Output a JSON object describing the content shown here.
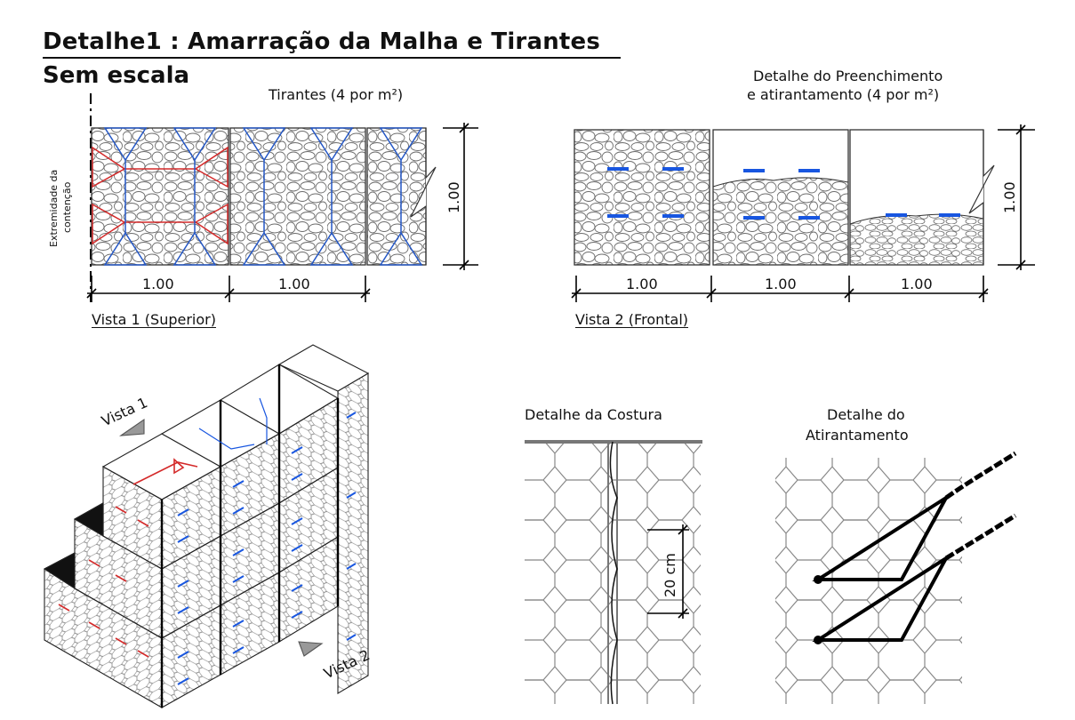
{
  "title": "Detalhe1 : Amarração da Malha e Tirantes",
  "subtitle": "Sem escala",
  "view1": {
    "label": "Vista 1 (Superior)",
    "tirantes_note": "Tirantes (4 por m²)",
    "edge_label_line1": "Extremidade da",
    "edge_label_line2": "contenção",
    "dims": [
      "1.00",
      "1.00"
    ],
    "height_dim": "1.00",
    "lacing_color": "#d42a2a",
    "tie_color": "#2457c5"
  },
  "view2": {
    "label": "Vista 2 (Frontal)",
    "note_line1": "Detalhe do Preenchimento",
    "note_line2": "e atirantamento (4 por m²)",
    "dims": [
      "1.00",
      "1.00",
      "1.00"
    ],
    "height_dim": "1.00",
    "tie_color": "#1856e0"
  },
  "iso": {
    "vista1_label": "Vista 1",
    "vista2_label": "Vista 2"
  },
  "seam_detail": {
    "title": "Detalhe da Costura",
    "spacing": "20 cm"
  },
  "tie_detail": {
    "title_line1": "Detalhe do",
    "title_line2": "Atirantamento"
  }
}
